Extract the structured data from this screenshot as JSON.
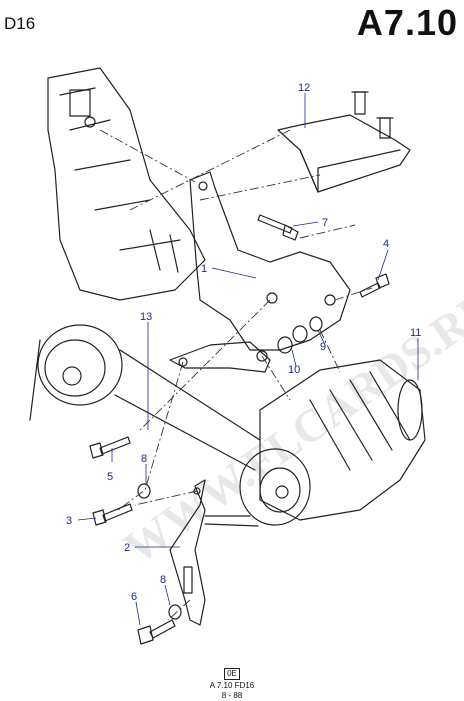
{
  "header": {
    "model_code": "D16",
    "section_code": "A7.10"
  },
  "watermark": "WWW.FLCARDS.RU",
  "callouts": [
    {
      "id": "c12",
      "label": "12"
    },
    {
      "id": "c7",
      "label": "7"
    },
    {
      "id": "c4",
      "label": "4"
    },
    {
      "id": "c1",
      "label": "1"
    },
    {
      "id": "c13",
      "label": "13"
    },
    {
      "id": "c11",
      "label": "11"
    },
    {
      "id": "c9",
      "label": "9"
    },
    {
      "id": "c10",
      "label": "10"
    },
    {
      "id": "c8a",
      "label": "8"
    },
    {
      "id": "c5",
      "label": "5"
    },
    {
      "id": "c3",
      "label": "3"
    },
    {
      "id": "c2",
      "label": "2"
    },
    {
      "id": "c8b",
      "label": "8"
    },
    {
      "id": "c6",
      "label": "6"
    }
  ],
  "footer": {
    "box_label": "0E",
    "ref_code": "A 7.10 FD16",
    "date_code": "8 - 88"
  }
}
